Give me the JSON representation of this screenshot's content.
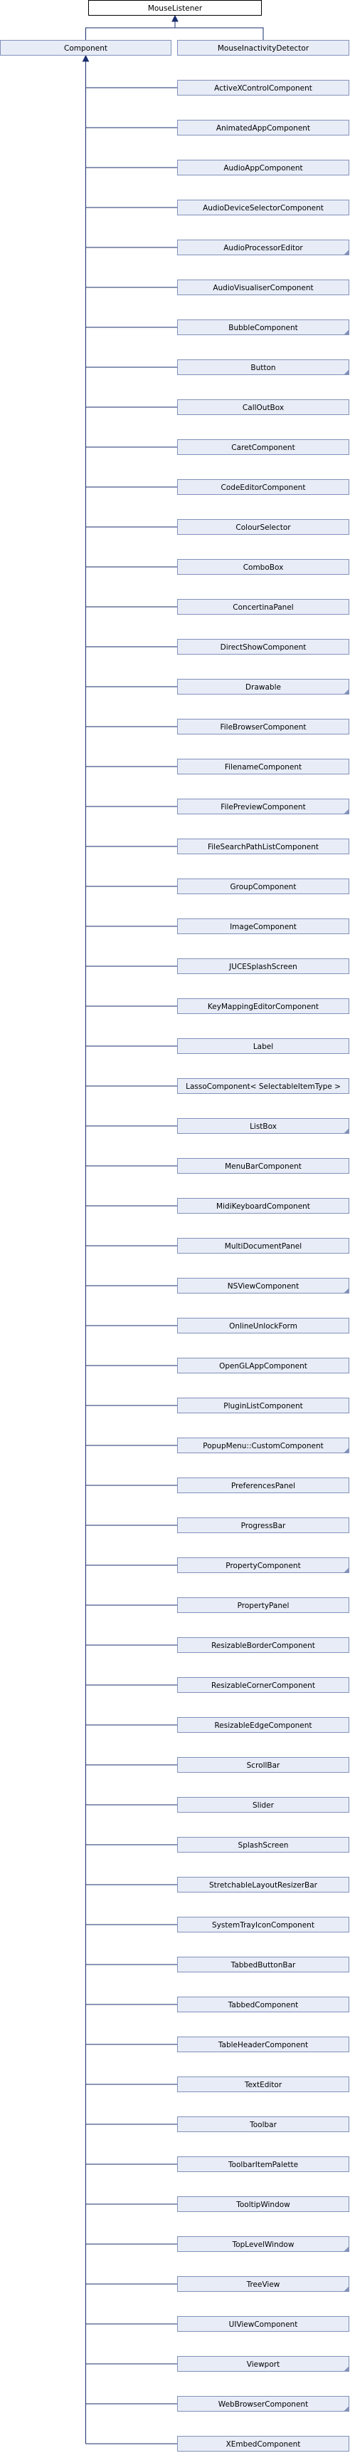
{
  "diagram": {
    "colors": {
      "box_fill": "#e7ecf7",
      "box_stroke": "#8291ba",
      "root_fill": "#ffffff",
      "root_stroke": "#000000",
      "edge": "#1a2e6e",
      "corner_mark": "#8291ba"
    },
    "root": {
      "label": "MouseListener"
    },
    "parents": [
      {
        "label": "Component"
      },
      {
        "label": "MouseInactivityDetector"
      }
    ],
    "children": [
      {
        "label": "ActiveXControlComponent",
        "has_more": false
      },
      {
        "label": "AnimatedAppComponent",
        "has_more": false
      },
      {
        "label": "AudioAppComponent",
        "has_more": false
      },
      {
        "label": "AudioDeviceSelectorComponent",
        "has_more": false
      },
      {
        "label": "AudioProcessorEditor",
        "has_more": true
      },
      {
        "label": "AudioVisualiserComponent",
        "has_more": false
      },
      {
        "label": "BubbleComponent",
        "has_more": true
      },
      {
        "label": "Button",
        "has_more": true
      },
      {
        "label": "CallOutBox",
        "has_more": false
      },
      {
        "label": "CaretComponent",
        "has_more": false
      },
      {
        "label": "CodeEditorComponent",
        "has_more": false
      },
      {
        "label": "ColourSelector",
        "has_more": false
      },
      {
        "label": "ComboBox",
        "has_more": false
      },
      {
        "label": "ConcertinaPanel",
        "has_more": false
      },
      {
        "label": "DirectShowComponent",
        "has_more": false
      },
      {
        "label": "Drawable",
        "has_more": true
      },
      {
        "label": "FileBrowserComponent",
        "has_more": false
      },
      {
        "label": "FilenameComponent",
        "has_more": false
      },
      {
        "label": "FilePreviewComponent",
        "has_more": true
      },
      {
        "label": "FileSearchPathListComponent",
        "has_more": false
      },
      {
        "label": "GroupComponent",
        "has_more": false
      },
      {
        "label": "ImageComponent",
        "has_more": false
      },
      {
        "label": "JUCESplashScreen",
        "has_more": false
      },
      {
        "label": "KeyMappingEditorComponent",
        "has_more": false
      },
      {
        "label": "Label",
        "has_more": false
      },
      {
        "label": "LassoComponent< SelectableItemType >",
        "has_more": false
      },
      {
        "label": "ListBox",
        "has_more": true
      },
      {
        "label": "MenuBarComponent",
        "has_more": false
      },
      {
        "label": "MidiKeyboardComponent",
        "has_more": false
      },
      {
        "label": "MultiDocumentPanel",
        "has_more": false
      },
      {
        "label": "NSViewComponent",
        "has_more": true
      },
      {
        "label": "OnlineUnlockForm",
        "has_more": false
      },
      {
        "label": "OpenGLAppComponent",
        "has_more": false
      },
      {
        "label": "PluginListComponent",
        "has_more": false
      },
      {
        "label": "PopupMenu::CustomComponent",
        "has_more": true
      },
      {
        "label": "PreferencesPanel",
        "has_more": false
      },
      {
        "label": "ProgressBar",
        "has_more": false
      },
      {
        "label": "PropertyComponent",
        "has_more": true
      },
      {
        "label": "PropertyPanel",
        "has_more": false
      },
      {
        "label": "ResizableBorderComponent",
        "has_more": false
      },
      {
        "label": "ResizableCornerComponent",
        "has_more": false
      },
      {
        "label": "ResizableEdgeComponent",
        "has_more": false
      },
      {
        "label": "ScrollBar",
        "has_more": false
      },
      {
        "label": "Slider",
        "has_more": false
      },
      {
        "label": "SplashScreen",
        "has_more": false
      },
      {
        "label": "StretchableLayoutResizerBar",
        "has_more": false
      },
      {
        "label": "SystemTrayIconComponent",
        "has_more": false
      },
      {
        "label": "TabbedButtonBar",
        "has_more": false
      },
      {
        "label": "TabbedComponent",
        "has_more": false
      },
      {
        "label": "TableHeaderComponent",
        "has_more": false
      },
      {
        "label": "TextEditor",
        "has_more": false
      },
      {
        "label": "Toolbar",
        "has_more": false
      },
      {
        "label": "ToolbarItemPalette",
        "has_more": false
      },
      {
        "label": "TooltipWindow",
        "has_more": false
      },
      {
        "label": "TopLevelWindow",
        "has_more": true
      },
      {
        "label": "TreeView",
        "has_more": true
      },
      {
        "label": "UIViewComponent",
        "has_more": false
      },
      {
        "label": "Viewport",
        "has_more": true
      },
      {
        "label": "WebBrowserComponent",
        "has_more": true
      },
      {
        "label": "XEmbedComponent",
        "has_more": false
      }
    ]
  }
}
